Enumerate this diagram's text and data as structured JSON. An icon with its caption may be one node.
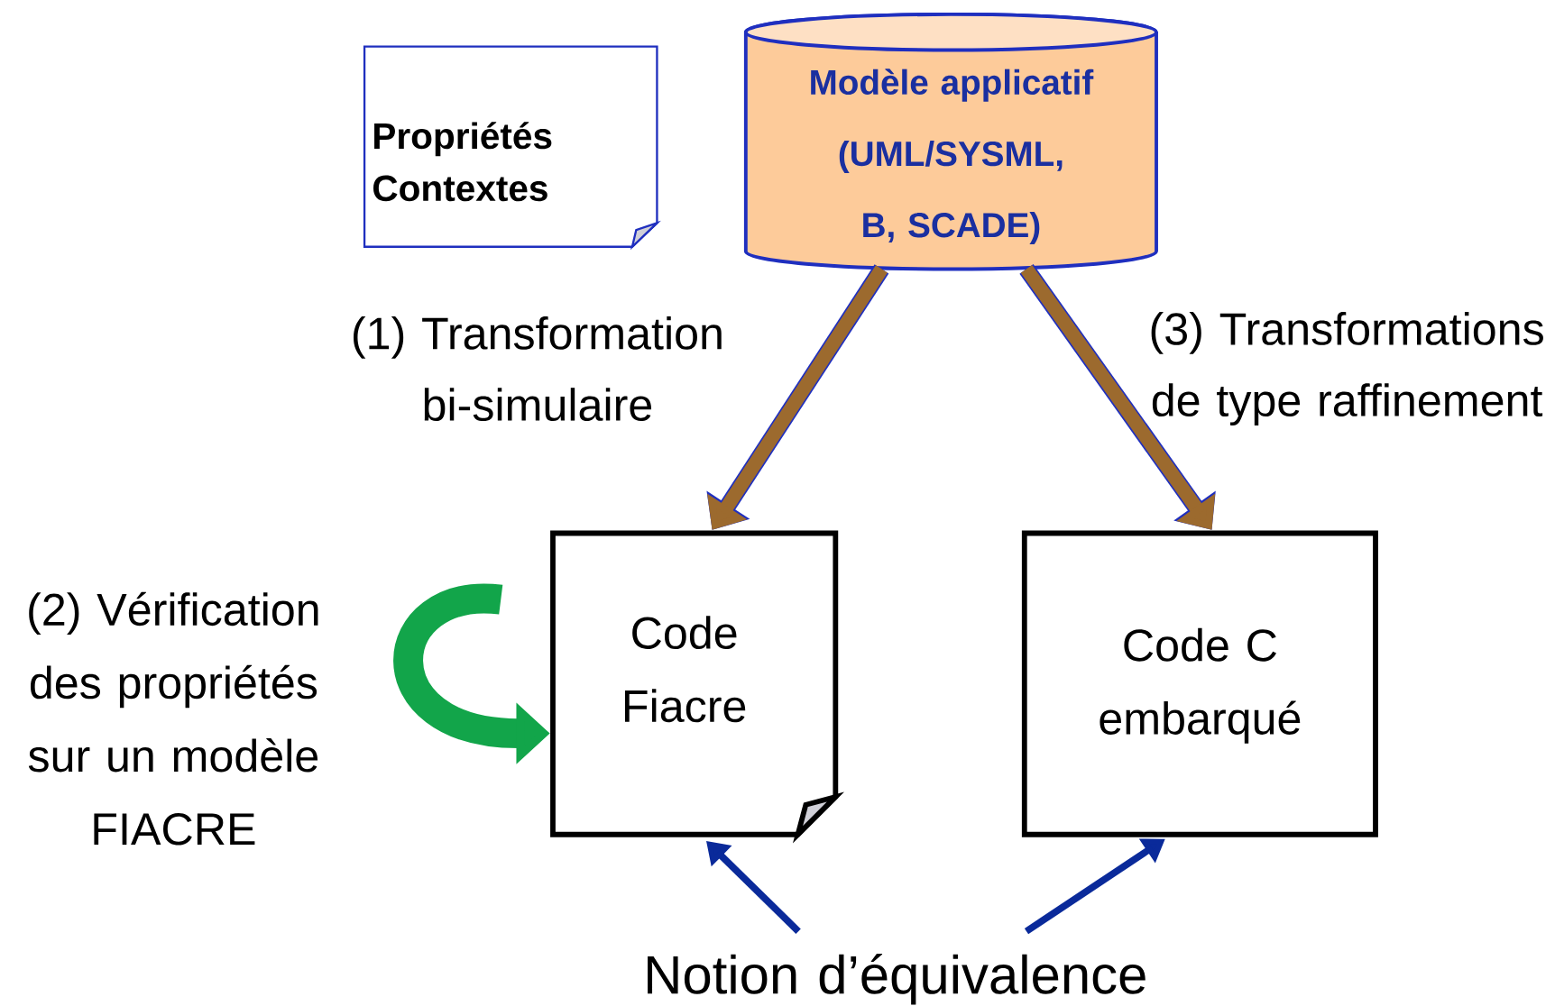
{
  "diagram": {
    "nodes": [
      {
        "text": [
          "Propriétés Contextes"
        ]
      },
      {
        "text": [
          "Modèle applicatif (UML/SYSML, B, SCADE)"
        ]
      },
      {
        "text": [
          "Code Fiacre"
        ]
      },
      {
        "text": [
          "Code C embarqué"
        ]
      },
      {
        "text": [
          "Notion d’équivalence"
        ]
      }
    ],
    "edges": [
      {
        "from": 1,
        "to": 2,
        "arrow": "to",
        "label": "(1) Transformation bi-simulaire",
        "color": "#9c6a2e"
      },
      {
        "from": 1,
        "to": 3,
        "arrow": "to",
        "label": "(3) Transformations de type raffinement",
        "color": "#9c6a2e"
      },
      {
        "from": null,
        "to": 2,
        "arrow": "to",
        "style": "thick",
        "color": "#12a54a"
      },
      {
        "from": 4,
        "to": 2,
        "arrow": "to",
        "color": "#0a2a9a"
      },
      {
        "from": 4,
        "to": 3,
        "arrow": "to",
        "color": "#0a2a9a"
      }
    ],
    "labels": [
      "(2) Vérification des propriétés sur un modèle FIACRE"
    ]
  }
}
